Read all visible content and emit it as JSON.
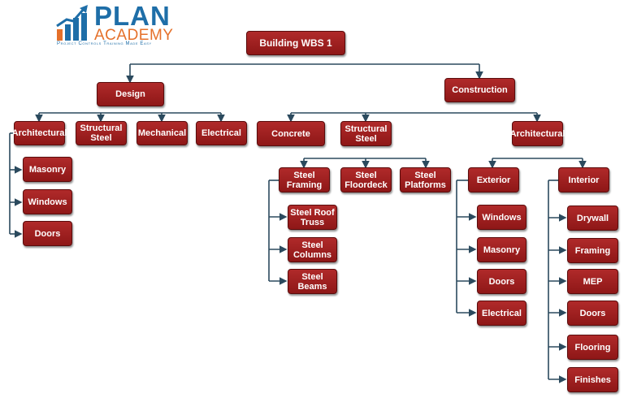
{
  "logo": {
    "plan": "PLAN",
    "academy": "ACADEMY",
    "tagline": "Project Controls Training Made Easy"
  },
  "colors": {
    "node_fill": "#9e1f1f",
    "connector": "#2b4a5e",
    "logo_blue": "#1e6ea8",
    "logo_orange": "#e5702a"
  },
  "wbs": {
    "root": "Building WBS 1",
    "design": {
      "label": "Design",
      "children": [
        "Architectural",
        "Structural\nSteel",
        "Mechanical",
        "Electrical"
      ],
      "architectural": [
        "Masonry",
        "Windows",
        "Doors"
      ]
    },
    "construction": {
      "label": "Construction",
      "children": [
        "Concrete",
        "Structural\nSteel",
        "Architectural"
      ],
      "structural_steel": {
        "children": [
          "Steel\nFraming",
          "Steel\nFloordeck",
          "Steel\nPlatforms"
        ],
        "steel_framing": [
          "Steel Roof\nTruss",
          "Steel\nColumns",
          "Steel\nBeams"
        ]
      },
      "architectural": {
        "children": [
          "Exterior",
          "Interior"
        ],
        "exterior": [
          "Windows",
          "Masonry",
          "Doors",
          "Electrical"
        ],
        "interior": [
          "Drywall",
          "Framing",
          "MEP",
          "Doors",
          "Flooring",
          "Finishes"
        ]
      }
    }
  }
}
